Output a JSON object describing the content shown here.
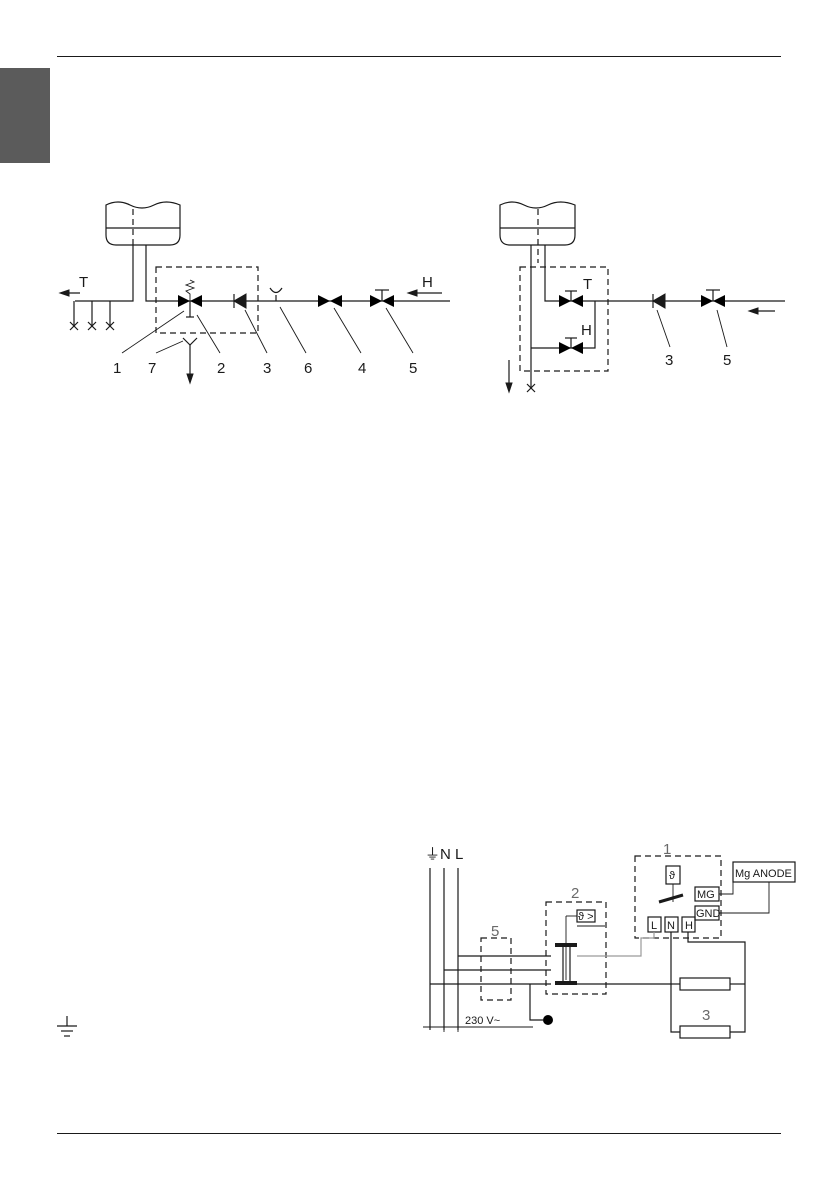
{
  "diagram_a": {
    "flow_labels": {
      "hot": "T",
      "cold": "H"
    },
    "callouts": [
      "1",
      "7",
      "2",
      "3",
      "6",
      "4",
      "5"
    ]
  },
  "diagram_b": {
    "flow_labels": {
      "hot": "T",
      "cold": "H"
    },
    "callouts": [
      "3",
      "5"
    ]
  },
  "wiring": {
    "supply_labels": [
      "⏚",
      "N",
      "L"
    ],
    "voltage": "230 V~",
    "block_labels": [
      "1",
      "2",
      "3",
      "5"
    ],
    "terminals": [
      "L",
      "N",
      "H"
    ],
    "anode_label": "Mg ANODE",
    "anode_terminals": [
      "MG",
      "GND"
    ],
    "thermo_glyph": "ϑ",
    "limiter_glyph": "ϑ >"
  },
  "colors": {
    "ink": "#1a1a1a",
    "tab": "#5b5b5b",
    "faint": "#9a9a9a"
  }
}
